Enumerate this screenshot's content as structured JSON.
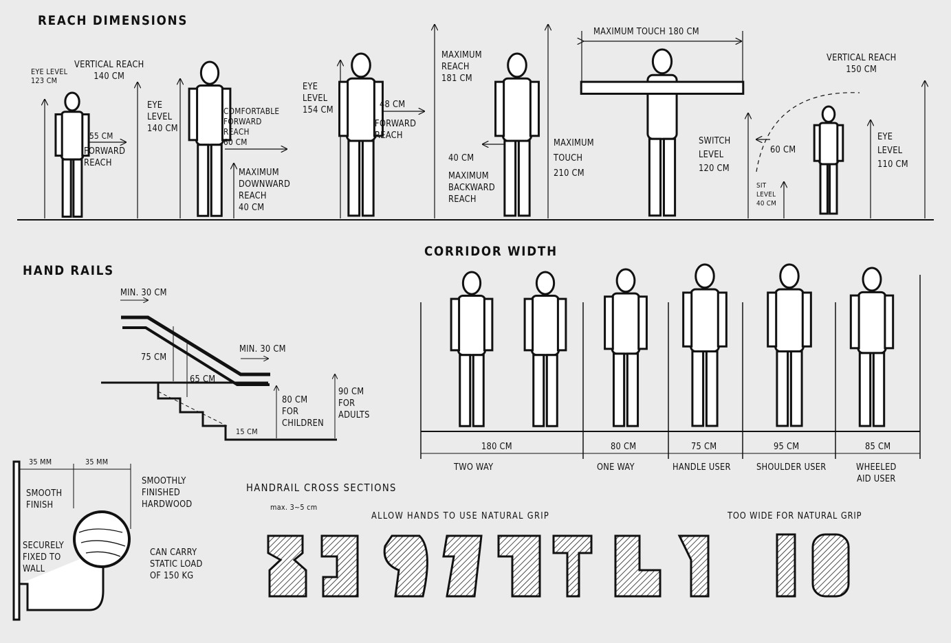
{
  "sections": {
    "reach": {
      "title": "Reach Dimensions",
      "child": {
        "eye_level": "Eye level\n123 cm",
        "vertical_reach": "Vertical reach\n140 cm",
        "forward_reach_value": "55 cm",
        "forward_reach_label": "Forward\nreach"
      },
      "stooping": {
        "eye_level": "Eye\nlevel\n140 cm",
        "comfortable_forward": "Comfortable\nforward\nreach\n60 cm",
        "max_downward": "Maximum\ndownward\nreach\n40 cm"
      },
      "adult": {
        "eye_level": "Eye\nlevel\n154 cm",
        "forward_reach_value": "48 cm",
        "forward_reach_label": "Forward\nreach",
        "max_reach": "Maximum\nreach\n181 cm"
      },
      "side": {
        "backward_value": "40 cm",
        "backward_label": "Maximum\nbackward\nreach",
        "max_touch": "Maximum\ntouch\n210 cm"
      },
      "front": {
        "max_touch_width": "Maximum touch 180 cm"
      },
      "wheelchair": {
        "vertical_reach": "Vertical reach\n150 cm",
        "switch_level": "Switch\nlevel\n120 cm",
        "side_reach": "60 cm",
        "eye_level": "Eye\nlevel\n110 cm",
        "sit_level": "Sit\nlevel\n40 cm"
      }
    },
    "handrails": {
      "title": "Hand Rails",
      "min_top": "min. 30 cm",
      "min_bottom": "min. 30 cm",
      "h75": "75 cm",
      "h65": "65 cm",
      "h80": "80 cm\nfor\nchildren",
      "h90": "90 cm\nfor\nadults",
      "h15": "15 cm"
    },
    "corridor": {
      "title": "Corridor Width",
      "widths": [
        {
          "value": "180 cm",
          "label": "Two way"
        },
        {
          "value": "80 cm",
          "label": "One way"
        },
        {
          "value": "75 cm",
          "label": "Handle user"
        },
        {
          "value": "95 cm",
          "label": "Shoulder user"
        },
        {
          "value": "85 cm",
          "label": "Wheeled\naid user"
        }
      ]
    },
    "rail_detail": {
      "w1": "35 mm",
      "w2": "35 mm",
      "smooth": "Smooth\nfinish",
      "hardwood": "Smoothly\nfinished\nhardwood",
      "fixed": "Securely\nfixed to\nwall",
      "load": "Can carry\nstatic load\nof 150 kg"
    },
    "cross_sections": {
      "title": "Handrail cross sections",
      "max": "max. 3~5 cm",
      "good": "Allow hands to use natural grip",
      "bad": "Too wide for natural grip"
    }
  }
}
